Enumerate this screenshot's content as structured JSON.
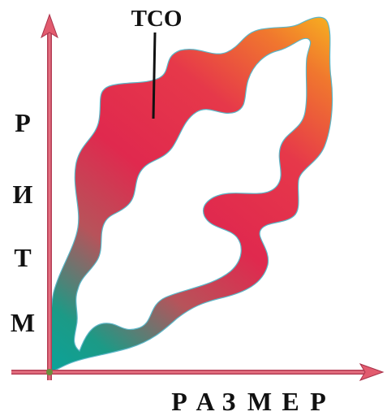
{
  "figure": {
    "shape_label": "ТСО",
    "y_axis_letters": [
      "Р",
      "И",
      "Т",
      "М"
    ],
    "x_axis_letters": [
      "Р",
      "А",
      "З",
      "М",
      "Е",
      "Р"
    ]
  },
  "colors": {
    "axis": "#e25b6e",
    "axis_dark": "#a8324a",
    "gradient_start": "#0aa39a",
    "gradient_mid": "#e0294e",
    "gradient_end": "#f5a021",
    "text": "#111111"
  }
}
